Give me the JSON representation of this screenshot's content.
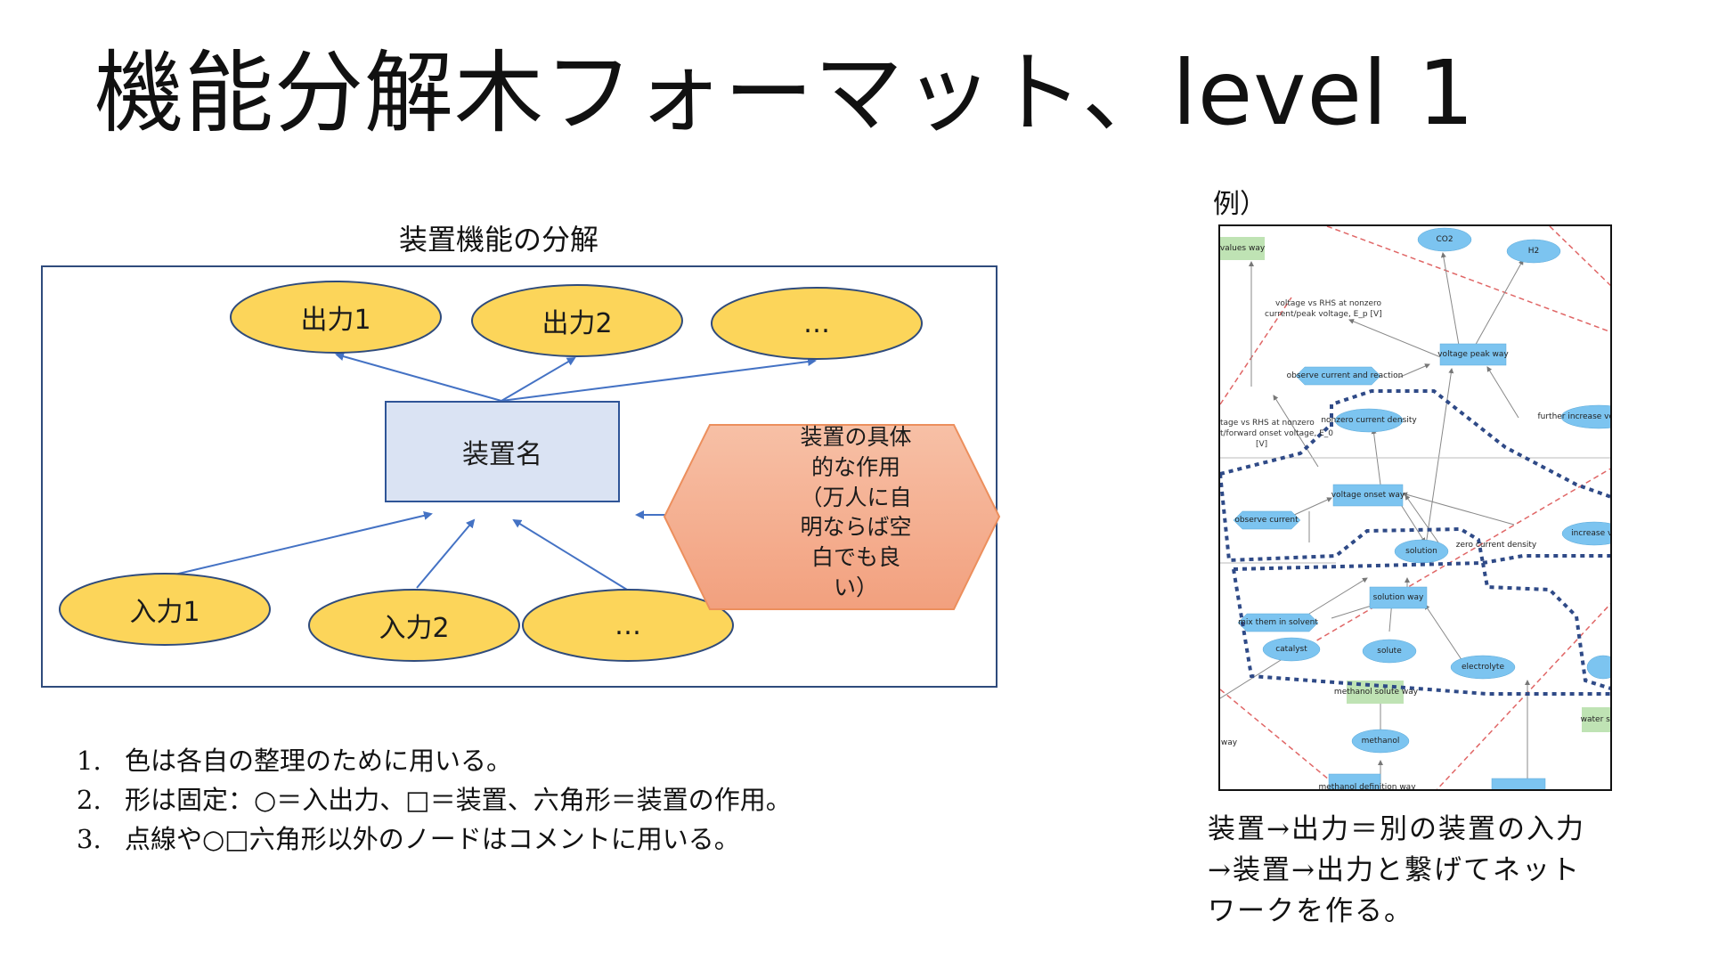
{
  "title": "機能分解木フォーマット、level 1",
  "diagram": {
    "caption": "装置機能の分解",
    "device": "装置名",
    "outputs": [
      "出力1",
      "出力2",
      "…"
    ],
    "inputs": [
      "入力1",
      "入力2",
      "…"
    ],
    "action_lines": [
      "装置の具体",
      "的な作用",
      "（万人に自",
      "明ならば空",
      "白でも良",
      "い）"
    ],
    "colors": {
      "ellipse_fill": "#fcd55a",
      "ellipse_stroke": "#2f4b7c",
      "device_fill": "#dae3f3",
      "device_stroke": "#2f5597",
      "hex_fill_top": "#f7c0a6",
      "hex_fill_bottom": "#f2a07e",
      "hex_stroke": "#ec8f5d",
      "arrow": "#4472c4"
    }
  },
  "notes": [
    {
      "num": "1.",
      "text": "色は各自の整理のために用いる。"
    },
    {
      "num": "2.",
      "text": "形は固定：○＝入出力、□＝装置、六角形＝装置の作用。"
    },
    {
      "num": "3.",
      "text": "点線や○□六角形以外のノードはコメントに用いる。"
    }
  ],
  "example": {
    "label": "例）",
    "nodes": {
      "values_way": "values way",
      "co2": "CO2",
      "h2": "H2",
      "voltage_rhs_peak_1": "voltage vs RHS at nonzero",
      "voltage_rhs_peak_2": "current/peak voltage, E_p [V]",
      "voltage_peak_way": "voltage peak way",
      "observe_current_reaction": "observe current and reaction",
      "further_increase": "further increase volta",
      "voltage_rhs_onset_1": "tage vs RHS at nonzero",
      "voltage_rhs_onset_2": "t/forward onset voltage, E_0",
      "voltage_rhs_onset_3": "[V]",
      "nonzero_current_density": "nonzero current density",
      "voltage_onset_way": "voltage onset way",
      "observe_current": "observe current",
      "increase_vo": "increase vo",
      "solution": "solution",
      "zero_current_density": "zero current density",
      "solution_way": "solution way",
      "mix_in_solvent": "mix them in solvent",
      "catalyst": "catalyst",
      "solute": "solute",
      "electrolyte": "electrolyte",
      "methanol_solute_way": "methanol solute way",
      "water_so": "water so",
      "way": "way",
      "methanol": "methanol",
      "methanol_definition": "methanol definition way"
    },
    "caption_lines": [
      "装置→出力＝別の装置の入力",
      "→装置→出力と繋げてネット",
      "ワークを作る。"
    ]
  }
}
